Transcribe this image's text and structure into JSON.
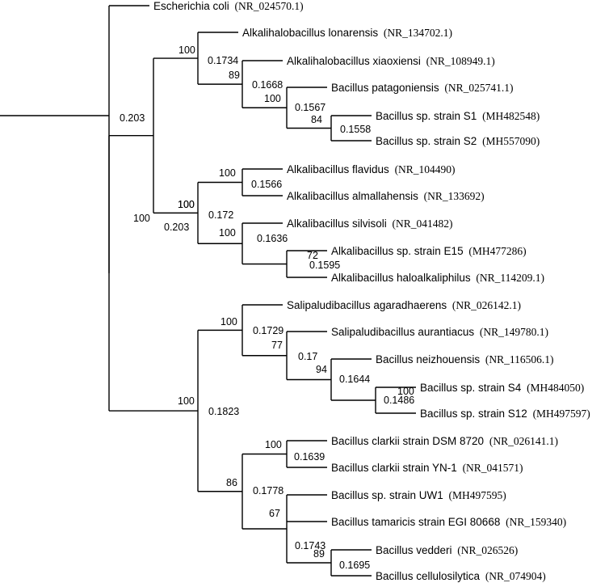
{
  "tree": {
    "taxa": [
      {
        "name": "Escherichia coli",
        "accession": "(NR_024570.1)"
      },
      {
        "name": "Alkalihalobacillus lonarensis",
        "accession": "(NR_134702.1)"
      },
      {
        "name": "Alkalihalobacillus xiaoxiensi",
        "accession": "(NR_108949.1)"
      },
      {
        "name": "Bacillus patagoniensis",
        "accession": "(NR_025741.1)"
      },
      {
        "name": "Bacillus sp. strain S1",
        "accession": "(MH482548)"
      },
      {
        "name": "Bacillus sp. strain S2",
        "accession": "(MH557090)"
      },
      {
        "name": "Alkalibacillus flavidus",
        "accession": "(NR_104490)"
      },
      {
        "name": "Alkalibacillus almallahensis",
        "accession": "(NR_133692)"
      },
      {
        "name": "Alkalibacillus silvisoli",
        "accession": "(NR_041482)"
      },
      {
        "name": "Alkalibacillus sp. strain E15",
        "accession": "(MH477286)"
      },
      {
        "name": "Alkalibacillus haloalkaliphilus",
        "accession": "(NR_114209.1)"
      },
      {
        "name": "Salipaludibacillus agaradhaerens",
        "accession": "(NR_026142.1)"
      },
      {
        "name": "Salipaludibacillus aurantiacus",
        "accession": "(NR_149780.1)"
      },
      {
        "name": "Bacillus neizhouensis",
        "accession": "(NR_116506.1)"
      },
      {
        "name": "Bacillus sp. strain S4",
        "accession": "(MH484050)"
      },
      {
        "name": "Bacillus sp. strain S12",
        "accession": "(MH497597)"
      },
      {
        "name": "Bacillus clarkii strain DSM 8720",
        "accession": "(NR_026141.1)"
      },
      {
        "name": "Bacillus clarkii strain YN-1",
        "accession": "(NR_041571)"
      },
      {
        "name": "Bacillus sp.  strain UW1",
        "accession": "(MH497595)"
      },
      {
        "name": "Bacillus tamaricis strain EGI 80668",
        "accession": "(NR_159340)"
      },
      {
        "name": "Bacillus vedderi",
        "accession": "(NR_026526)"
      },
      {
        "name": "Bacillus cellulosilytica",
        "accession": "(NR_074904)"
      }
    ],
    "node_labels": [
      {
        "id": "root",
        "bootstrap": "",
        "length": "0.203"
      },
      {
        "id": "ingroup",
        "bootstrap": "100",
        "length": ""
      },
      {
        "id": "alkalihalo",
        "bootstrap": "100",
        "length": "0.1734"
      },
      {
        "id": "xiao_group",
        "bootstrap": "89",
        "length": "0.1668"
      },
      {
        "id": "pat_group",
        "bootstrap": "100",
        "length": "0.1567"
      },
      {
        "id": "s1s2",
        "bootstrap": "84",
        "length": "0.1558"
      },
      {
        "id": "alkali_all",
        "bootstrap": "100",
        "length": "0.203"
      },
      {
        "id": "flav_alm",
        "bootstrap": "100",
        "length": "0.1566"
      },
      {
        "id": "alkali_sub",
        "bootstrap": "100",
        "length": "0.172"
      },
      {
        "id": "silv_group",
        "bootstrap": "100",
        "length": "0.1636"
      },
      {
        "id": "e15_halo",
        "bootstrap": "72",
        "length": "0.1595"
      },
      {
        "id": "big_clade",
        "bootstrap": "100",
        "length": "0.1823"
      },
      {
        "id": "sali_group",
        "bootstrap": "100",
        "length": "0.1729"
      },
      {
        "id": "aur_group",
        "bootstrap": "77",
        "length": "0.17"
      },
      {
        "id": "nei_group",
        "bootstrap": "94",
        "length": "0.1644"
      },
      {
        "id": "s4s12",
        "bootstrap": "100",
        "length": "0.1486"
      },
      {
        "id": "clarkii_all",
        "bootstrap": "86",
        "length": "0.1778"
      },
      {
        "id": "clarkii_pair",
        "bootstrap": "100",
        "length": "0.1639"
      },
      {
        "id": "uw1_group",
        "bootstrap": "67",
        "length": "0.1743"
      },
      {
        "id": "vedderi_pair",
        "bootstrap": "89",
        "length": "0.1695"
      }
    ]
  }
}
